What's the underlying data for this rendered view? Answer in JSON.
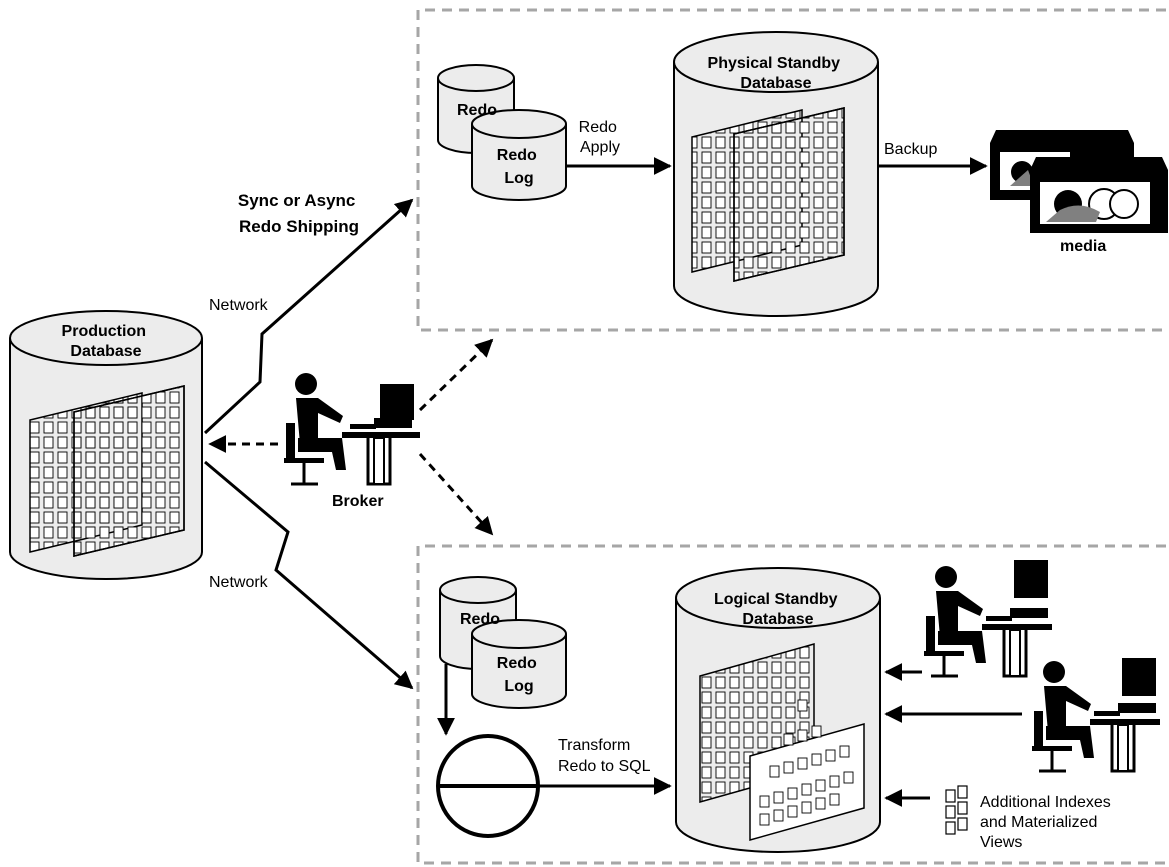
{
  "labels": {
    "production_db": [
      "Production",
      "Database"
    ],
    "physical_standby_db": [
      "Physical Standby",
      "Database"
    ],
    "logical_standby_db": [
      "Logical Standby",
      "Database"
    ],
    "redo_log_back": "Redo",
    "redo_log_front": [
      "Redo",
      "Log"
    ],
    "redo_apply": [
      "Redo",
      "Apply"
    ],
    "backup": "Backup",
    "media": "media",
    "sync_async": [
      "Sync or Async",
      "Redo Shipping"
    ],
    "network": "Network",
    "broker": "Broker",
    "transform": [
      "Transform",
      "Redo to SQL"
    ],
    "additional": [
      "Additional Indexes",
      "and Materialized",
      "Views"
    ]
  },
  "colors": {
    "line": "#000000",
    "cylinder_fill": "#ececec",
    "dashed_border": "#a6a6a6",
    "white": "#ffffff"
  },
  "icons": [
    "database-icon",
    "redo-log-icon",
    "tape-media-icon",
    "person-at-computer-icon",
    "transform-icon",
    "index-icon"
  ]
}
